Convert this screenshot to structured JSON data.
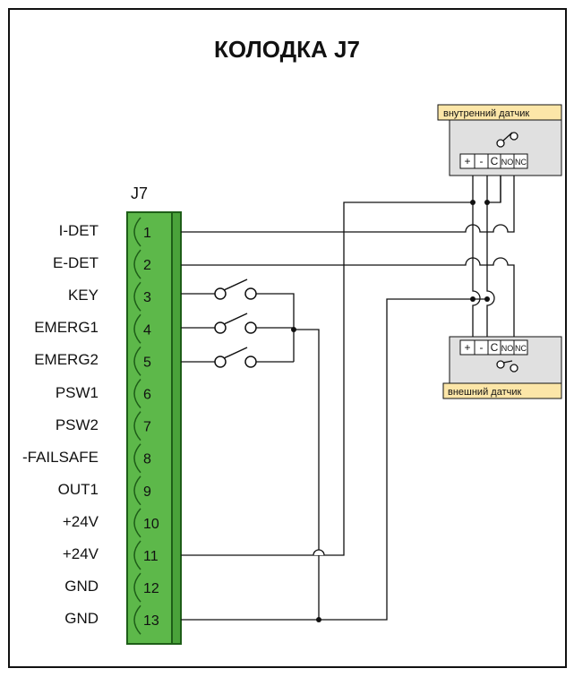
{
  "title": "КОЛОДКА J7",
  "connector": {
    "name": "J7",
    "color": "#5db84a",
    "pins": [
      {
        "num": "1",
        "label": "I-DET"
      },
      {
        "num": "2",
        "label": "E-DET"
      },
      {
        "num": "3",
        "label": "KEY"
      },
      {
        "num": "4",
        "label": "EMERG1"
      },
      {
        "num": "5",
        "label": "EMERG2"
      },
      {
        "num": "6",
        "label": "PSW1"
      },
      {
        "num": "7",
        "label": "PSW2"
      },
      {
        "num": "8",
        "label": "-FAILSAFE"
      },
      {
        "num": "9",
        "label": "OUT1"
      },
      {
        "num": "10",
        "label": "+24V"
      },
      {
        "num": "11",
        "label": "+24V"
      },
      {
        "num": "12",
        "label": "GND"
      },
      {
        "num": "13",
        "label": "GND"
      }
    ]
  },
  "sensor_internal": {
    "label": "внутренний датчик",
    "terminals": [
      "+",
      "-",
      "C",
      "NO",
      "NC"
    ]
  },
  "sensor_external": {
    "label": "внешний датчик",
    "terminals": [
      "+",
      "-",
      "C",
      "NO",
      "NC"
    ]
  }
}
